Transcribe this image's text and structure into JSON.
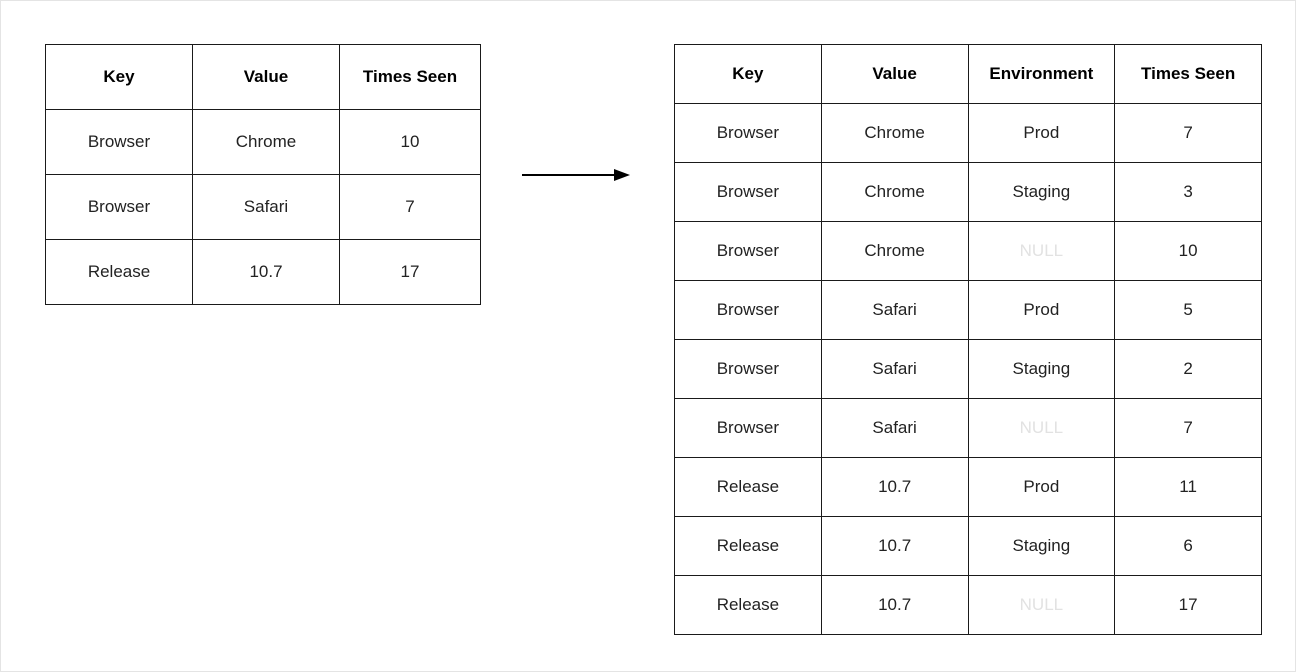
{
  "left_table": {
    "headers": [
      "Key",
      "Value",
      "Times Seen"
    ],
    "rows": [
      [
        "Browser",
        "Chrome",
        "10"
      ],
      [
        "Browser",
        "Safari",
        "7"
      ],
      [
        "Release",
        "10.7",
        "17"
      ]
    ]
  },
  "right_table": {
    "headers": [
      "Key",
      "Value",
      "Environment",
      "Times Seen"
    ],
    "rows": [
      [
        "Browser",
        "Chrome",
        "Prod",
        "7"
      ],
      [
        "Browser",
        "Chrome",
        "Staging",
        "3"
      ],
      [
        "Browser",
        "Chrome",
        "NULL",
        "10"
      ],
      [
        "Browser",
        "Safari",
        "Prod",
        "5"
      ],
      [
        "Browser",
        "Safari",
        "Staging",
        "2"
      ],
      [
        "Browser",
        "Safari",
        "NULL",
        "7"
      ],
      [
        "Release",
        "10.7",
        "Prod",
        "11"
      ],
      [
        "Release",
        "10.7",
        "Staging",
        "6"
      ],
      [
        "Release",
        "10.7",
        "NULL",
        "17"
      ]
    ]
  },
  "colors": {
    "border": "#1a1a1a",
    "null_text": "#e2e2e2",
    "arrow": "#000000"
  },
  "icons": {
    "transform_arrow": "right-arrow-icon"
  }
}
